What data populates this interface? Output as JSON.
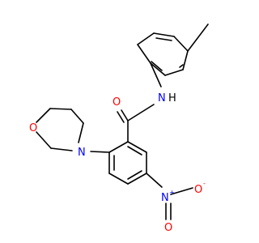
{
  "molecule": {
    "colors": {
      "bond": "#000000",
      "oxygen": "#ff0000",
      "nitrogen": "#0000ff",
      "background": "#ffffff"
    },
    "labels": {
      "amide_nitrogen": "N",
      "amide_hydrogen": "H",
      "carbonyl_oxygen": "O",
      "morpholine_nitrogen": "N",
      "morpholine_oxygen": "O",
      "nitro_nitrogen": "N",
      "nitro_nitrogen_charge": "+",
      "nitro_oxygen_double": "O",
      "nitro_oxygen_single": "O",
      "nitro_oxygen_charge": "-"
    }
  }
}
